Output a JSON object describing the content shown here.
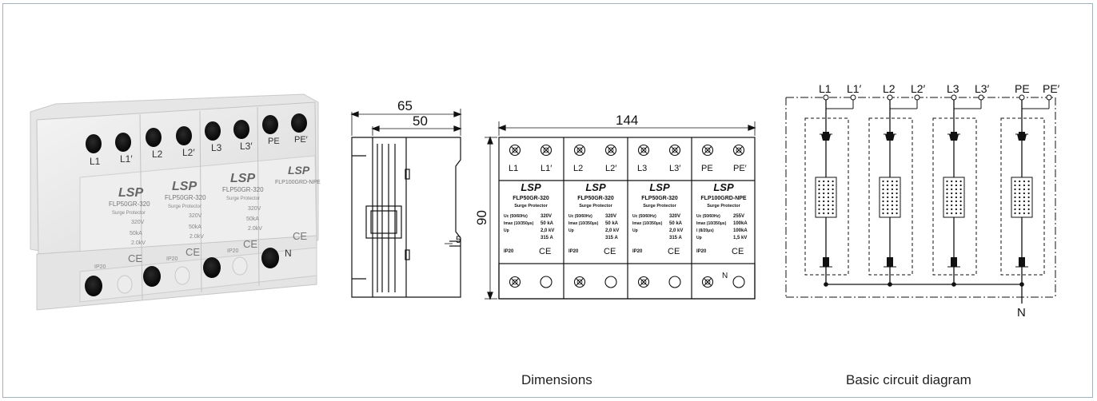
{
  "captions": {
    "dimensions": "Dimensions",
    "circuit": "Basic circuit diagram"
  },
  "dims": {
    "width_overall": "65",
    "width_rail": "50",
    "height": "90",
    "depth_step": "5",
    "width_front": "144"
  },
  "brand": "LSP",
  "product_photo": {
    "models": [
      "FLP50GR-320",
      "FLP50GR-320",
      "FLP50GR-320",
      "FLP100GRD-NPE"
    ],
    "terminals_top": [
      "L1",
      "L1′",
      "L2",
      "L2′",
      "L3",
      "L3′",
      "PE",
      "PE′"
    ],
    "subtitle": "Surge Protector",
    "bottom_label": "N",
    "ip": "IP20",
    "voltage": "320V",
    "current": "50kA",
    "level": "2.0kV",
    "ce": "CE"
  },
  "front_view": {
    "modules": [
      {
        "term_a": "L1",
        "term_b": "L1′",
        "model": "FLP50GR-320",
        "sub": "Surge Protector",
        "rows": [
          [
            "Uc (50/60Hz)",
            "320V"
          ],
          [
            "Imax (10/350μs)",
            "50 kA"
          ],
          [
            "Up",
            "2,0 kV"
          ],
          [
            "",
            "315 A"
          ]
        ],
        "ip": "IP20",
        "ce": "CE"
      },
      {
        "term_a": "L2",
        "term_b": "L2′",
        "model": "FLP50GR-320",
        "sub": "Surge Protector",
        "rows": [
          [
            "Uc (50/60Hz)",
            "320V"
          ],
          [
            "Imax (10/350μs)",
            "50 kA"
          ],
          [
            "Up",
            "2,0 kV"
          ],
          [
            "",
            "315 A"
          ]
        ],
        "ip": "IP20",
        "ce": "CE"
      },
      {
        "term_a": "L3",
        "term_b": "L3′",
        "model": "FLP50GR-320",
        "sub": "Surge Protector",
        "rows": [
          [
            "Uc (50/60Hz)",
            "320V"
          ],
          [
            "Imax (10/350μs)",
            "50 kA"
          ],
          [
            "Up",
            "2,0 kV"
          ],
          [
            "",
            "315 A"
          ]
        ],
        "ip": "IP20",
        "ce": "CE"
      },
      {
        "term_a": "PE",
        "term_b": "PE′",
        "model": "FLP100GRD-NPE",
        "sub": "Surge Protector",
        "rows": [
          [
            "Uc (50/60Hz)",
            "255V"
          ],
          [
            "Imax (10/350μs)",
            "100kA"
          ],
          [
            "I (8/20μs)",
            "100kA"
          ],
          [
            "Up",
            "1,5 kV"
          ]
        ],
        "ip": "IP20",
        "ce": "CE"
      }
    ],
    "n_label": "N"
  },
  "circuit": {
    "labels": [
      "L1",
      "L1′",
      "L2",
      "L2′",
      "L3",
      "L3′",
      "PE",
      "PE′"
    ],
    "neutral": "N"
  }
}
